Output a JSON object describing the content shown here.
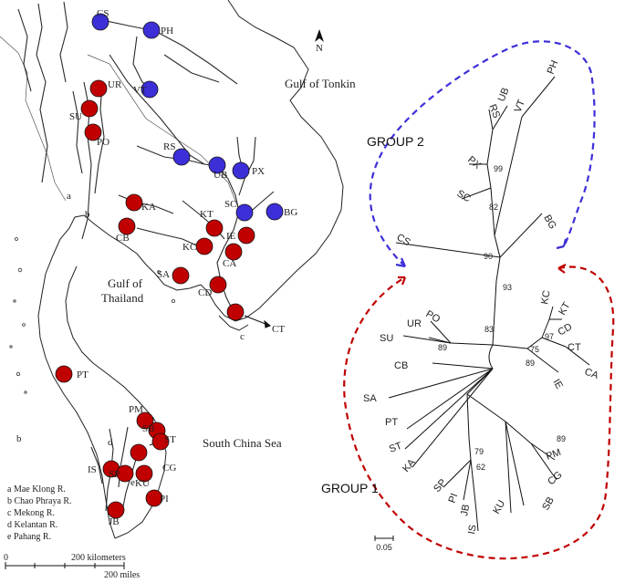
{
  "colors": {
    "group1": "#c00000",
    "group2": "#3d2fd8",
    "river": "#2a2a2a",
    "coast": "#222222"
  },
  "map": {
    "seas": {
      "tonkin": "Gulf of Tonkin",
      "thailand1": "Gulf of",
      "thailand2": "Thailand",
      "scs": "South China Sea"
    },
    "north_label": "N",
    "river_letters": [
      "a",
      "b",
      "c",
      "d",
      "e"
    ],
    "legend": [
      "a  Mae Klong R.",
      "b  Chao Phraya R.",
      "c  Mekong R.",
      "d  Kelantan R.",
      "e  Pahang R."
    ],
    "scale": {
      "zero": "0",
      "km": "200 kilometers",
      "mi": "200 miles"
    },
    "sites": [
      {
        "code": "CS",
        "group": 2
      },
      {
        "code": "PH",
        "group": 2
      },
      {
        "code": "VT",
        "group": 2
      },
      {
        "code": "RS",
        "group": 2
      },
      {
        "code": "UB",
        "group": 2
      },
      {
        "code": "PX",
        "group": 2
      },
      {
        "code": "SC",
        "group": 2
      },
      {
        "code": "BG",
        "group": 2
      },
      {
        "code": "UR",
        "group": 1
      },
      {
        "code": "SU",
        "group": 1
      },
      {
        "code": "PO",
        "group": 1
      },
      {
        "code": "KA",
        "group": 1
      },
      {
        "code": "CB",
        "group": 1
      },
      {
        "code": "KT",
        "group": 1
      },
      {
        "code": "IE",
        "group": 1
      },
      {
        "code": "KC",
        "group": 1
      },
      {
        "code": "CA",
        "group": 1
      },
      {
        "code": "SA",
        "group": 1
      },
      {
        "code": "CD",
        "group": 1
      },
      {
        "code": "CT",
        "group": 1
      },
      {
        "code": "PT",
        "group": 1
      },
      {
        "code": "PM",
        "group": 1
      },
      {
        "code": "SB",
        "group": 1
      },
      {
        "code": "ST",
        "group": 1
      },
      {
        "code": "CG",
        "group": 1
      },
      {
        "code": "IS",
        "group": 1
      },
      {
        "code": "SP",
        "group": 1
      },
      {
        "code": "KU",
        "group": 1
      },
      {
        "code": "PI",
        "group": 1
      },
      {
        "code": "JB",
        "group": 1
      }
    ]
  },
  "tree": {
    "group2_label": "GROUP 2",
    "group1_label": "GROUP 1",
    "scale_label": "0.05",
    "bootstrap": [
      "99",
      "82",
      "90",
      "93",
      "83",
      "89",
      "75",
      "97",
      "89",
      "79",
      "62",
      "89"
    ],
    "tips": [
      "PH",
      "RS",
      "UB",
      "PX",
      "VT",
      "SC",
      "BG",
      "CS",
      "PO",
      "UR",
      "SU",
      "CB",
      "SA",
      "PT",
      "ST",
      "KA",
      "SP",
      "PI",
      "JB",
      "IS",
      "KU",
      "SB",
      "CG",
      "PM",
      "KC",
      "KT",
      "CD",
      "CT",
      "CA",
      "IE"
    ]
  }
}
